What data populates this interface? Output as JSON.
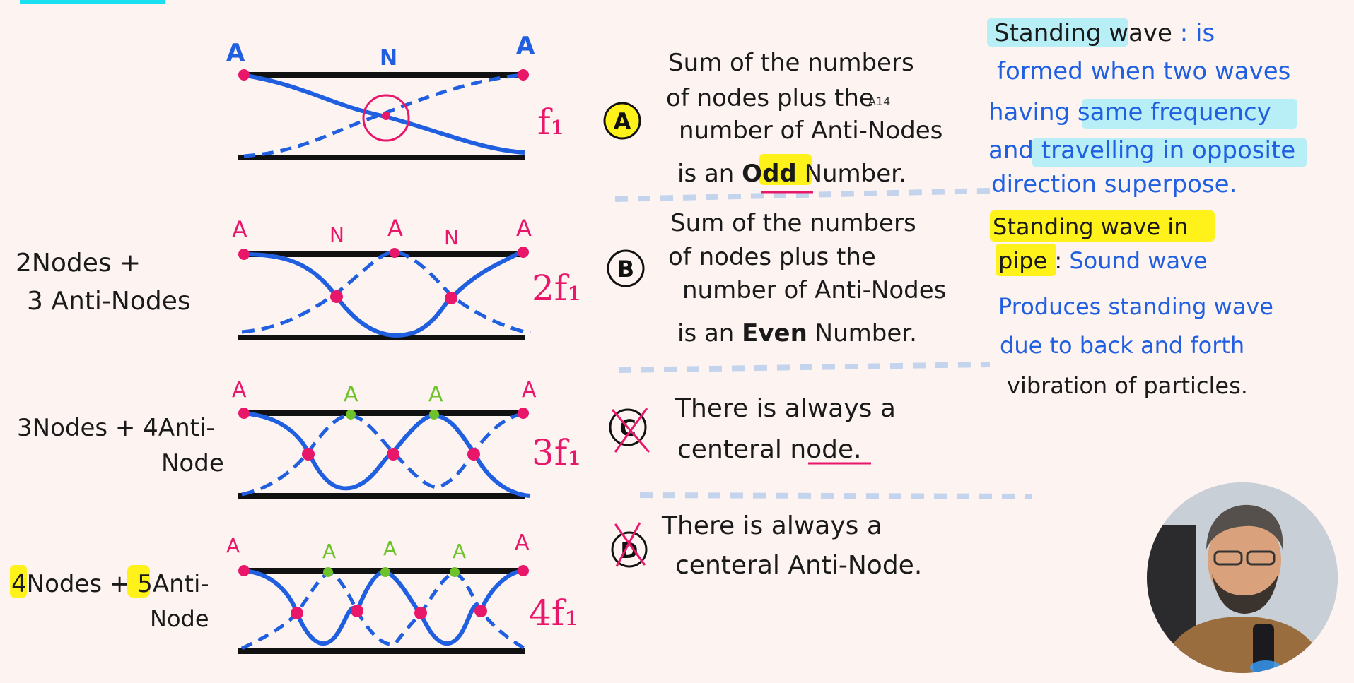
{
  "colors": {
    "blue": "#1f5fe0",
    "ink": "#1a1a1a",
    "pink": "#e8176a",
    "green": "#6ec22a",
    "highlight_yellow": "#fff21a",
    "highlight_cyan": "#b8eef6",
    "top_bar_cyan": "#19e0f0"
  },
  "diagrams": [
    {
      "labels_top": [
        "A",
        "N",
        "A"
      ],
      "harmonic": "f₁",
      "note": []
    },
    {
      "labels_top": [
        "A",
        "N",
        "A",
        "N",
        "A"
      ],
      "harmonic": "2f₁",
      "note": [
        "2Nodes +",
        "3 Anti-Nodes"
      ]
    },
    {
      "labels_top": [
        "A",
        "A",
        "A",
        "A"
      ],
      "harmonic": "3f₁",
      "note": [
        "3Nodes + 4Anti-",
        "Node"
      ]
    },
    {
      "labels_top": [
        "A",
        "A",
        "A",
        "A",
        "A"
      ],
      "harmonic": "4f₁",
      "note_num1": "4",
      "note_mid": "Nodes + ",
      "note_num2": "5",
      "note_end": "Anti-",
      "note_line2": "Node"
    }
  ],
  "options": [
    {
      "letter": "A",
      "lines": [
        "Sum of the numbers",
        "of nodes plus the",
        "number of Anti-Nodes"
      ],
      "last_pre": "is an ",
      "last_key": "Odd",
      "last_post": " Number."
    },
    {
      "letter": "B",
      "lines": [
        "Sum of the numbers",
        "of nodes plus the",
        "number of Anti-Nodes"
      ],
      "last_pre": "is an ",
      "last_key": "Even",
      "last_post": " Number."
    },
    {
      "letter": "C",
      "lines": [
        "There is always a"
      ],
      "last_pre": "centeral ",
      "last_key": "node",
      "last_post": "."
    },
    {
      "letter": "D",
      "lines": [
        "There is always a",
        "centeral Anti-Node."
      ]
    }
  ],
  "scribble": "A14",
  "definition": {
    "term": "Standing wave",
    "sep": " : is",
    "lines": [
      "formed when two waves",
      "having same frequency",
      "and travelling in opposite",
      "direction superpose."
    ]
  },
  "pipe_note": {
    "term_line1": "Standing wave in",
    "term_line2": "pipe",
    "sep": " : ",
    "line1_rest": "Sound wave",
    "lines": [
      "Produces standing wave",
      "due to back and forth",
      "vibration of particles."
    ]
  }
}
